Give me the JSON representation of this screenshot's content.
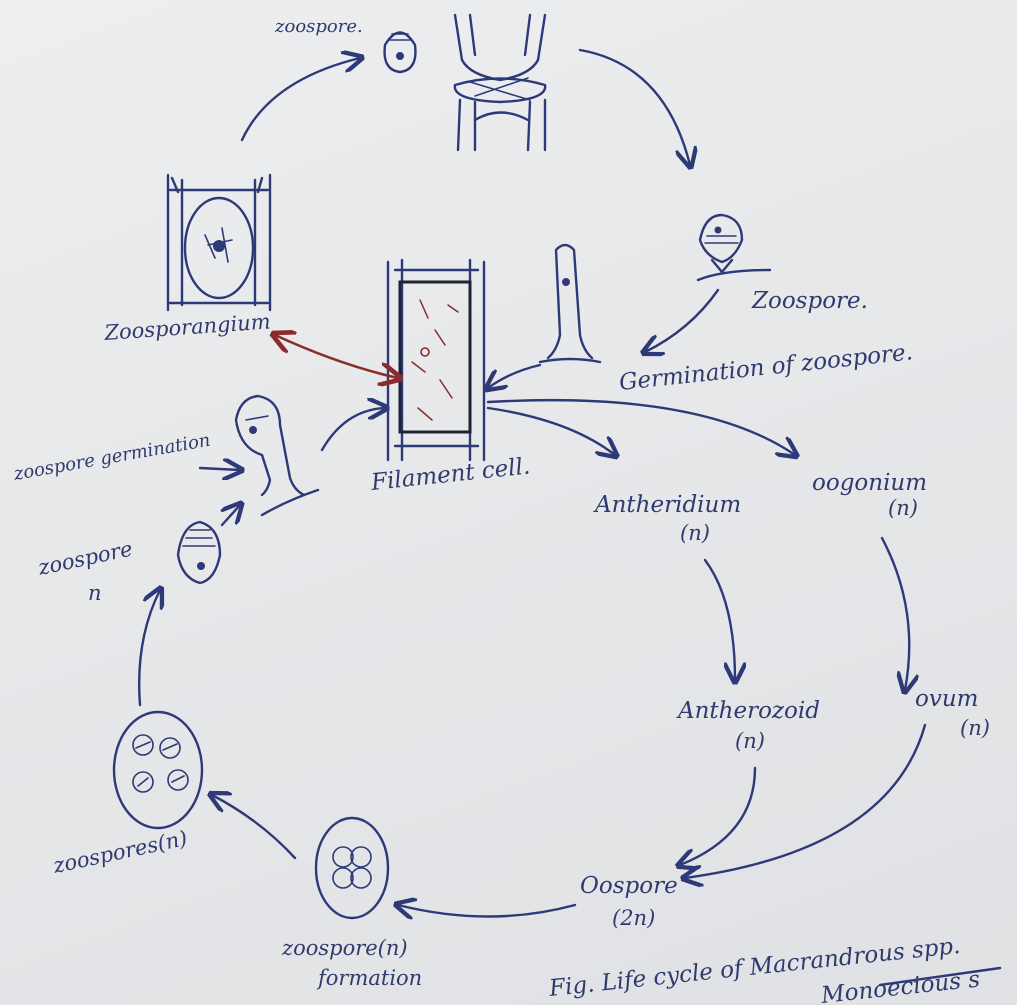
{
  "labels": {
    "zoospore_top": "zoospore.",
    "zoospore_right": "Zoospore.",
    "germination_of_zoospore": "Germination of zoospore.",
    "zoosporangium": "Zoosporangium",
    "filament_cell": "Filament cell.",
    "zoospore_germination": "zoospore germination",
    "zoospore_n": "zoospore",
    "zoospore_n_ploidy": "n",
    "antheridium": "Antheridium",
    "antheridium_ploidy": "(n)",
    "oogonium": "oogonium",
    "oogonium_ploidy": "(n)",
    "antherozoid": "Antherozoid",
    "antherozoid_ploidy": "(n)",
    "ovum": "ovum",
    "ovum_ploidy": "(n)",
    "oospore": "Oospore",
    "oospore_ploidy": "(2n)",
    "zoospores_n": "zoospores(n)",
    "zoospore_formation_line1": "zoospore(n)",
    "zoospore_formation_line2": "formation",
    "caption_line1": "Fig. Life cycle of Macrandrous spp.",
    "caption_line2": "Monoecious s"
  },
  "colors": {
    "ink": "#2e3a78",
    "red_ink": "#8a2c2c",
    "paper": "#e6e8ea"
  }
}
